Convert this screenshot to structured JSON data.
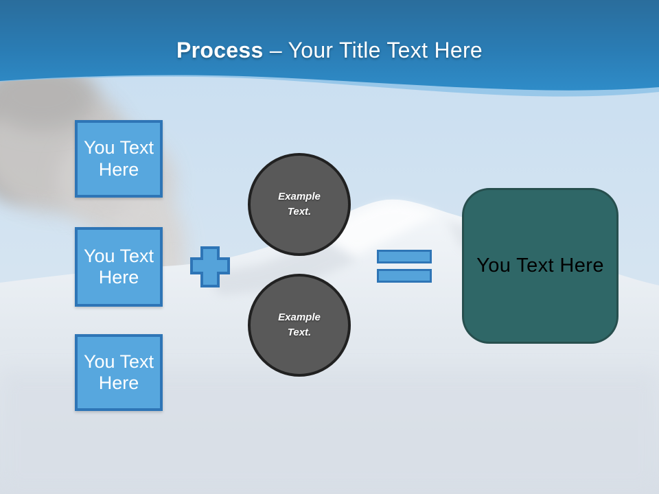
{
  "slide": {
    "header": {
      "title_bold": "Process",
      "title_rest": "– Your Title Text Here"
    },
    "left_boxes": [
      {
        "label": "You Text Here"
      },
      {
        "label": "You Text Here"
      },
      {
        "label": "You Text Here"
      }
    ],
    "circles": [
      {
        "label": "Example Text."
      },
      {
        "label": "Example Text."
      }
    ],
    "icons": {
      "plus": "plus-icon",
      "equals": "equals-icon"
    },
    "result_box": {
      "label": "You Text Here"
    },
    "colors": {
      "header_gradient_top": "#2a6d9c",
      "header_gradient_bottom": "#2f8cc8",
      "wave_light_edge": "#8fc3e8",
      "placeholder_fill": "#57a7de",
      "placeholder_border": "#2e75b6",
      "circle_fill": "#595959",
      "circle_border": "#212121",
      "result_fill": "#2f6767",
      "result_border": "#274f4e",
      "title_text": "#ffffff",
      "placeholder_text": "#ffffff",
      "circle_text": "#ffffff",
      "result_text": "#000000",
      "sky": "#cfe2f2"
    }
  }
}
